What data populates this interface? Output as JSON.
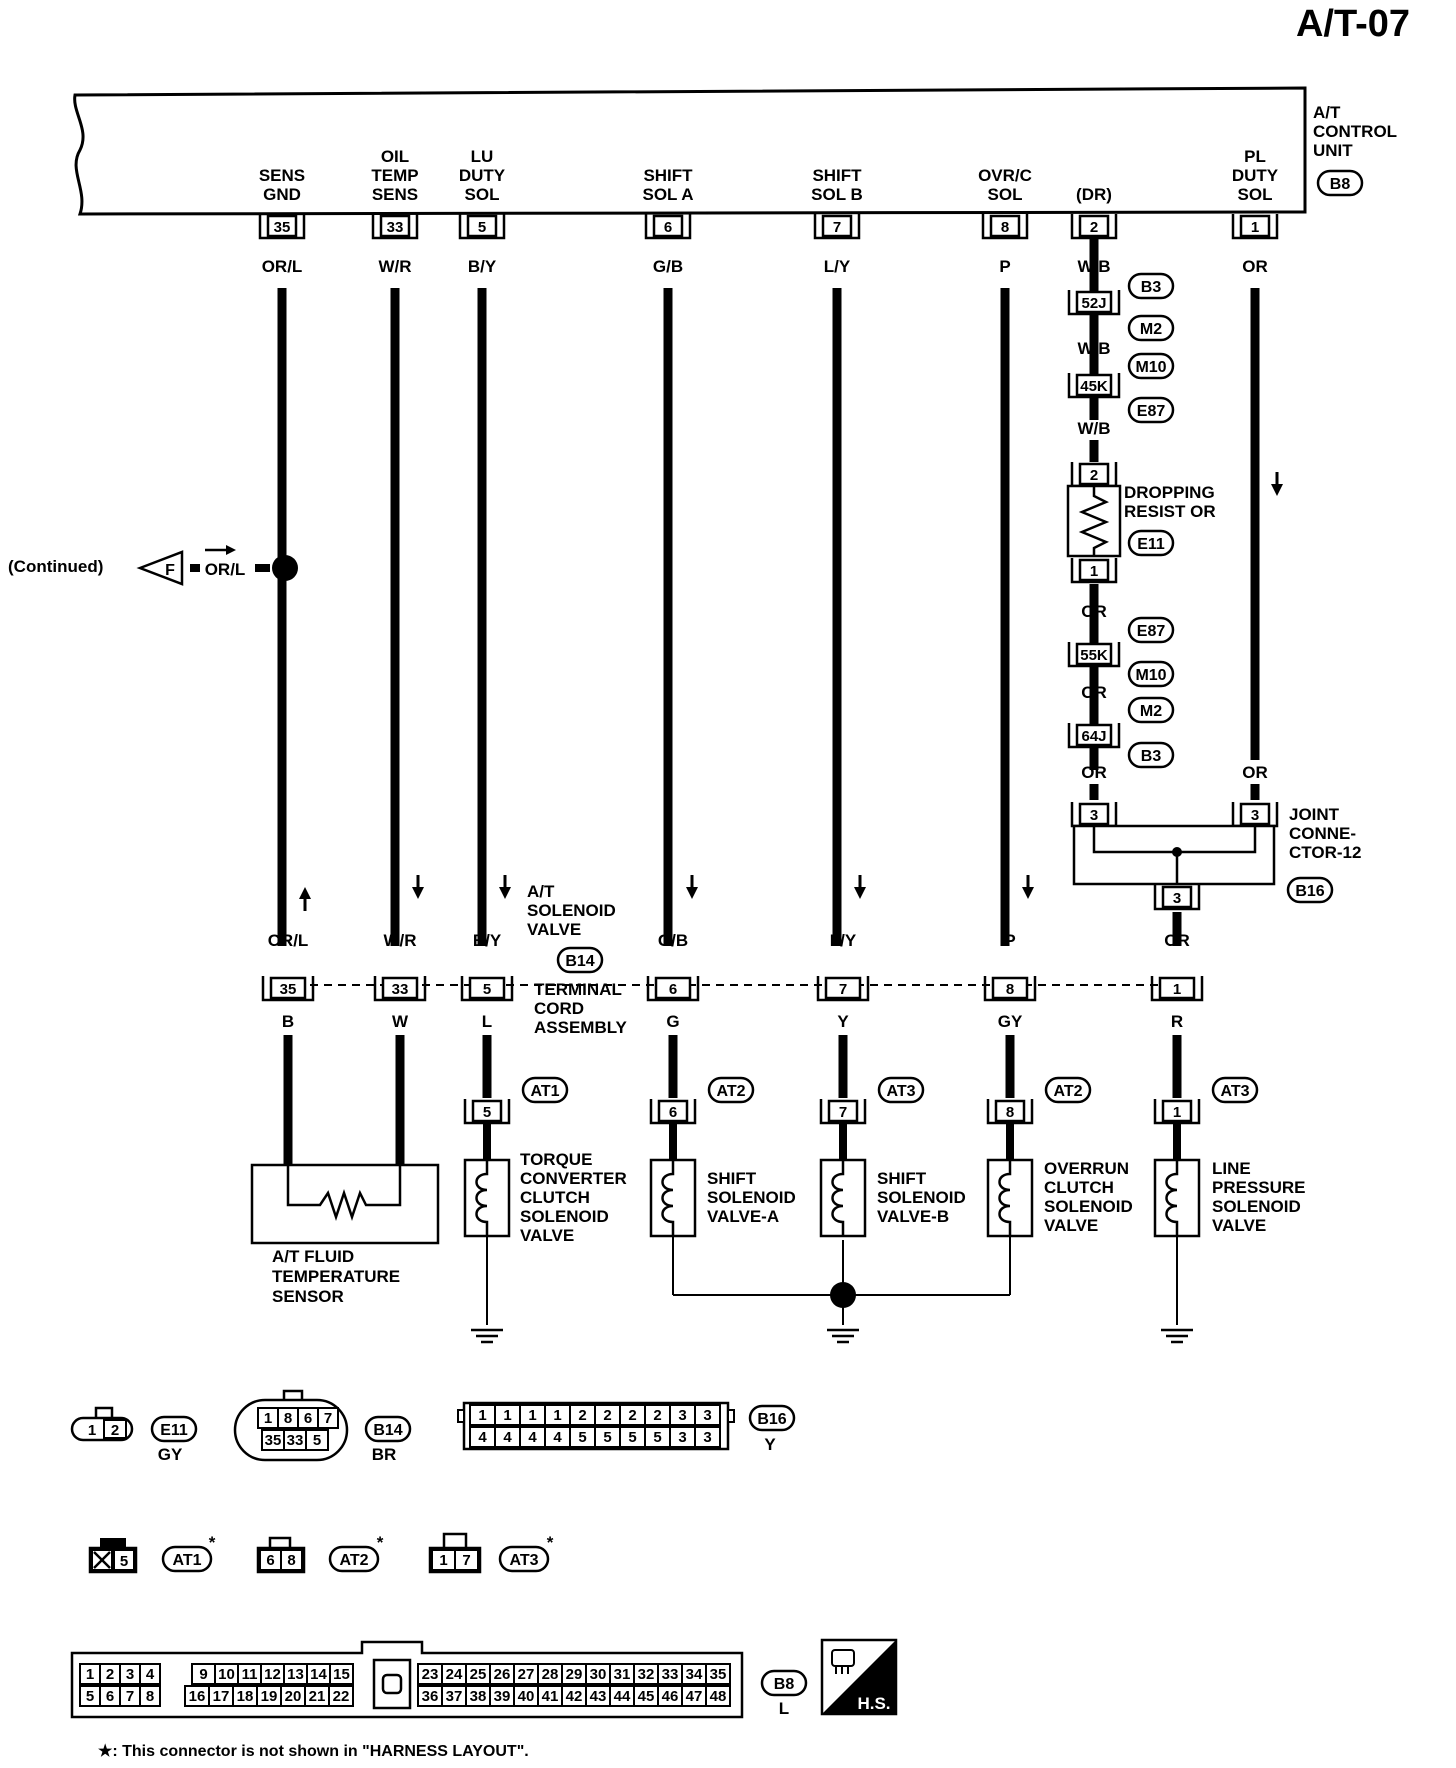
{
  "page_id": "A/T-07",
  "control_unit": {
    "label": [
      "A/T",
      "CONTROL",
      "UNIT"
    ],
    "code": "B8"
  },
  "ecu_pins": [
    {
      "id": "sens-gnd",
      "lines": [
        "SENS",
        "GND"
      ],
      "pin": "35",
      "wire": "OR/L"
    },
    {
      "id": "oil-temp",
      "lines": [
        "OIL",
        "TEMP",
        "SENS"
      ],
      "pin": "33",
      "wire": "W/R"
    },
    {
      "id": "lu-duty",
      "lines": [
        "LU",
        "DUTY",
        "SOL"
      ],
      "pin": "5",
      "wire": "B/Y"
    },
    {
      "id": "shift-a",
      "lines": [
        "SHIFT",
        "SOL A"
      ],
      "pin": "6",
      "wire": "G/B"
    },
    {
      "id": "shift-b",
      "lines": [
        "SHIFT",
        "SOL B"
      ],
      "pin": "7",
      "wire": "L/Y"
    },
    {
      "id": "ovrc",
      "lines": [
        "OVR/C",
        "SOL"
      ],
      "pin": "8",
      "wire": "P"
    },
    {
      "id": "dr",
      "lines": [
        "(DR)"
      ],
      "pin": "2",
      "wire": "W/B"
    },
    {
      "id": "pl-duty",
      "lines": [
        "PL",
        "DUTY",
        "SOL"
      ],
      "pin": "1",
      "wire": "OR"
    }
  ],
  "dr_chain": {
    "conn1": {
      "pin": "52J",
      "codes": [
        "B3",
        "M2"
      ]
    },
    "wire2": "W/B",
    "conn2": {
      "pin": "45K",
      "codes": [
        "M10",
        "E87"
      ]
    },
    "wire3": "W/B",
    "resistor": {
      "top_pin": "2",
      "bottom_pin": "1",
      "label": [
        "DROPPING",
        "RESIST OR"
      ],
      "code": "E11"
    },
    "wire4": "OR",
    "conn3": {
      "pin": "55K",
      "codes": [
        "E87",
        "M10"
      ]
    },
    "wire5": "OR",
    "conn4": {
      "pin": "64J",
      "codes": [
        "M2",
        "B3"
      ]
    },
    "wire6": "OR"
  },
  "pl_wire_lower": "OR",
  "joint": {
    "pin_left": "3",
    "pin_right": "3",
    "pin_out": "3",
    "label": [
      "JOINT",
      "CONNE-",
      "CTOR-12"
    ],
    "code": "B16"
  },
  "continued": {
    "label": "(Continued)",
    "arrow": "F",
    "wire": "OR/L"
  },
  "solenoid_valve_label": [
    "A/T",
    "SOLENOID",
    "VALVE"
  ],
  "terminal_cord": {
    "code": "B14",
    "label": [
      "TERMINAL",
      "CORD",
      "ASSEMBLY"
    ]
  },
  "terminal_row": [
    {
      "upper": "OR/L",
      "pin": "35",
      "lower": "B"
    },
    {
      "upper": "W/R",
      "pin": "33",
      "lower": "W"
    },
    {
      "upper": "B/Y",
      "pin": "5",
      "lower": "L"
    },
    {
      "upper": "G/B",
      "pin": "6",
      "lower": "G"
    },
    {
      "upper": "L/Y",
      "pin": "7",
      "lower": "Y"
    },
    {
      "upper": "P",
      "pin": "8",
      "lower": "GY"
    },
    {
      "upper": "OR",
      "pin": "1",
      "lower": "R"
    }
  ],
  "components": [
    {
      "pin": "5",
      "code": "AT1",
      "label": [
        "TORQUE",
        "CONVERTER",
        "CLUTCH",
        "SOLENOID",
        "VALVE"
      ]
    },
    {
      "pin": "6",
      "code": "AT2",
      "label": [
        "SHIFT",
        "SOLENOID",
        "VALVE-A"
      ]
    },
    {
      "pin": "7",
      "code": "AT3",
      "label": [
        "SHIFT",
        "SOLENOID",
        "VALVE-B"
      ]
    },
    {
      "pin": "8",
      "code": "AT2",
      "label": [
        "OVERRUN",
        "CLUTCH",
        "SOLENOID",
        "VALVE"
      ]
    },
    {
      "pin": "1",
      "code": "AT3",
      "label": [
        "LINE",
        "PRESSURE",
        "SOLENOID",
        "VALVE"
      ]
    }
  ],
  "fluid_sensor_label": [
    "A/T FLUID",
    "TEMPERATURE",
    "SENSOR"
  ],
  "legend": {
    "e11": {
      "pins": [
        "1",
        "2"
      ],
      "code": "E11",
      "color": "GY"
    },
    "b14": {
      "pins_top": [
        "1",
        "8",
        "6",
        "7"
      ],
      "pins_bottom": [
        "35",
        "33",
        "5"
      ],
      "code": "B14",
      "color": "BR"
    },
    "b16": {
      "top": [
        "1",
        "1",
        "1",
        "1",
        "2",
        "2",
        "2",
        "2",
        "3",
        "3"
      ],
      "bottom": [
        "4",
        "4",
        "4",
        "4",
        "5",
        "5",
        "5",
        "5",
        "3",
        "3"
      ],
      "code": "B16",
      "color": "Y"
    },
    "at1": {
      "pins": [
        "X",
        "5"
      ],
      "code": "AT1",
      "star": "*"
    },
    "at2": {
      "pins": [
        "6",
        "8"
      ],
      "code": "AT2",
      "star": "*"
    },
    "at3": {
      "pins": [
        "1",
        "7"
      ],
      "code": "AT3",
      "star": "*"
    },
    "b8": {
      "top_left": [
        "1",
        "2",
        "3",
        "4"
      ],
      "bottom_left": [
        "5",
        "6",
        "7",
        "8"
      ],
      "top_mid": [
        "9",
        "10",
        "11",
        "12",
        "13",
        "14",
        "15"
      ],
      "bottom_mid": [
        "16",
        "17",
        "18",
        "19",
        "20",
        "21",
        "22"
      ],
      "top_right": [
        "23",
        "24",
        "25",
        "26",
        "27",
        "28",
        "29",
        "30",
        "31",
        "32",
        "33",
        "34",
        "35"
      ],
      "bottom_right": [
        "36",
        "37",
        "38",
        "39",
        "40",
        "41",
        "42",
        "43",
        "44",
        "45",
        "46",
        "47",
        "48"
      ],
      "code": "B8",
      "color": "L"
    },
    "hs": "H.S."
  },
  "footnote": "★: This connector is not shown in \"HARNESS LAYOUT\"."
}
